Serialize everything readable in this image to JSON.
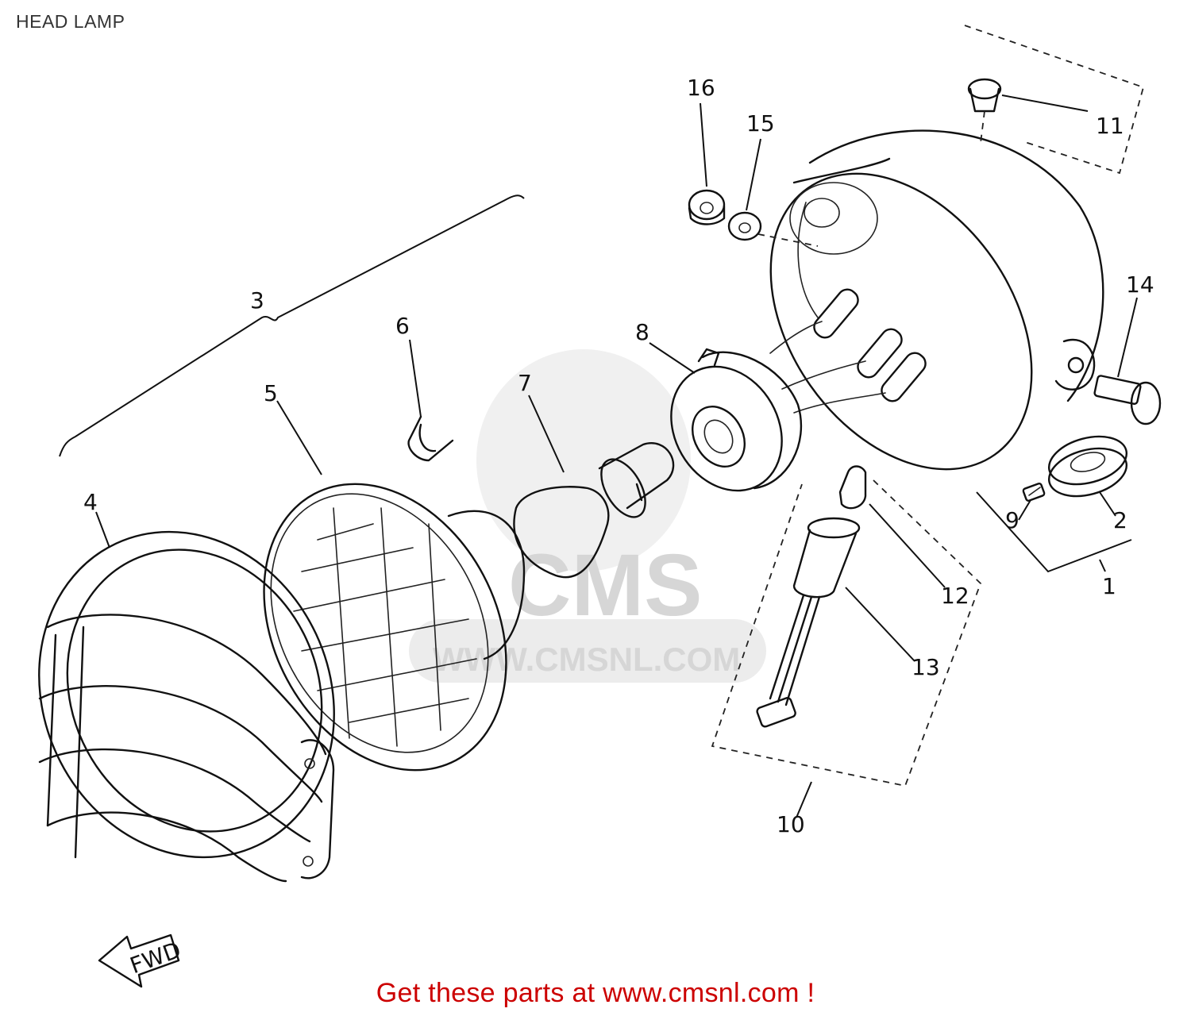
{
  "title": "HEAD LAMP",
  "footer": "Get these parts at www.cmsnl.com !",
  "watermark": {
    "logo": "CMS",
    "url": "WWW.CMSNL.COM"
  },
  "fwd_label": "FWD",
  "callouts": [
    "1",
    "2",
    "3",
    "4",
    "5",
    "6",
    "7",
    "8",
    "9",
    "10",
    "11",
    "12",
    "13",
    "14",
    "15",
    "16"
  ]
}
